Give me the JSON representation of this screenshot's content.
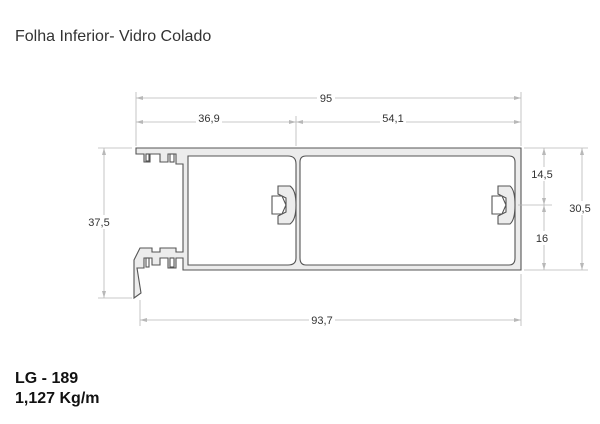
{
  "header": {
    "title": "Folha Inferior- Vidro Colado"
  },
  "dimensions": {
    "overall_width": "95",
    "left_section": "36,9",
    "right_section": "54,1",
    "left_height": "37,5",
    "bottom_width": "93,7",
    "right_upper": "14,5",
    "right_lower": "16",
    "right_height": "30,5"
  },
  "footer": {
    "code": "LG - 189",
    "weight": "1,127 Kg/m"
  }
}
